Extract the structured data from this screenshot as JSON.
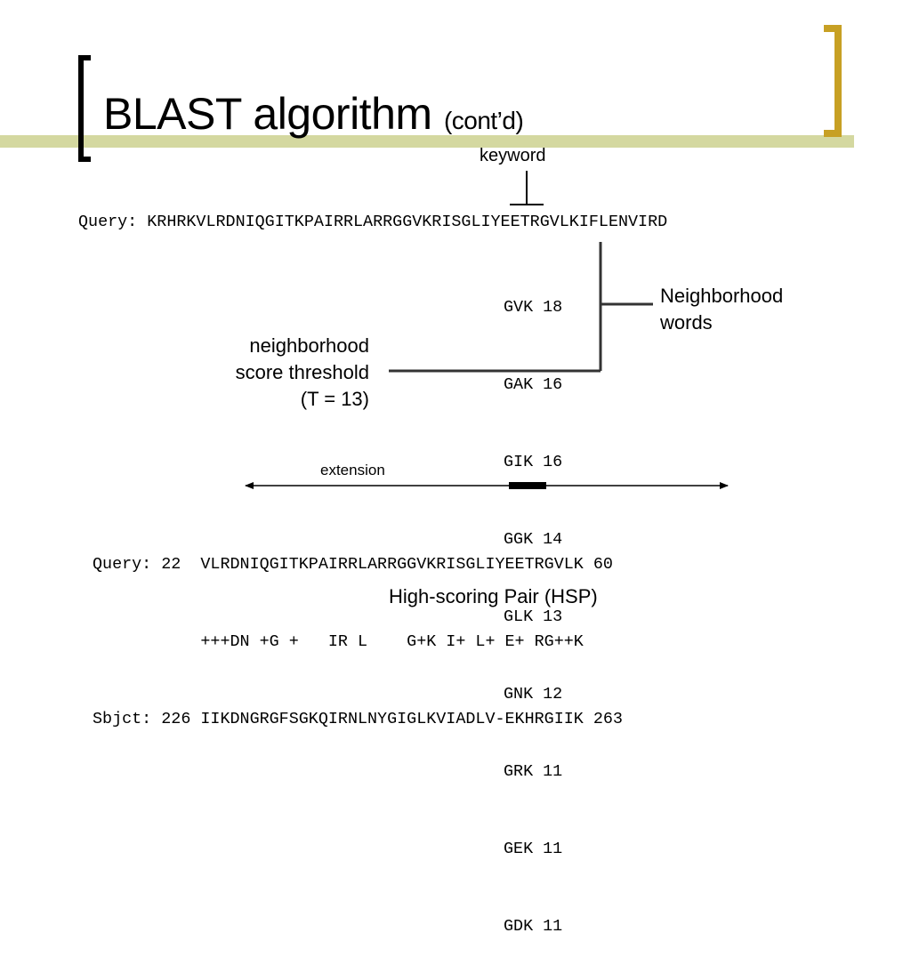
{
  "title": {
    "main": "BLAST algorithm",
    "sub": "(cont’d)"
  },
  "keyword_label": "keyword",
  "query_sequence": "Query: KRHRKVLRDNIQGITKPAIRRLARRGGVKRISGLIYEETRGVLKIFLENVIRD",
  "neighborhood_words": [
    "GVK 18",
    "GAK 16",
    "GIK 16",
    "GGK 14",
    "GLK 13",
    "GNK 12",
    "GRK 11",
    "GEK 11",
    "GDK 11"
  ],
  "neighborhood_words_label": [
    "Neighborhood",
    "words"
  ],
  "threshold_label": [
    "neighborhood",
    "score threshold",
    "(T = 13)"
  ],
  "extension_label": "extension",
  "alignment": {
    "query_row": "Query: 22  VLRDNIQGITKPAIRRLARRGGVKRISGLIYEETRGVLK 60",
    "match_row": "           +++DN +G +   IR L    G+K I+ L+ E+ RG++K",
    "subject_row": "Sbjct: 226 IIKDNGRGFSGKQIRNLNYGIGLKVIADLV-EKHRGIIK 263"
  },
  "hsp_caption": "High-scoring Pair (HSP)",
  "colors": {
    "title_band": "#d4d8a0",
    "left_bracket": "#000000",
    "right_bracket": "#c7a024"
  }
}
